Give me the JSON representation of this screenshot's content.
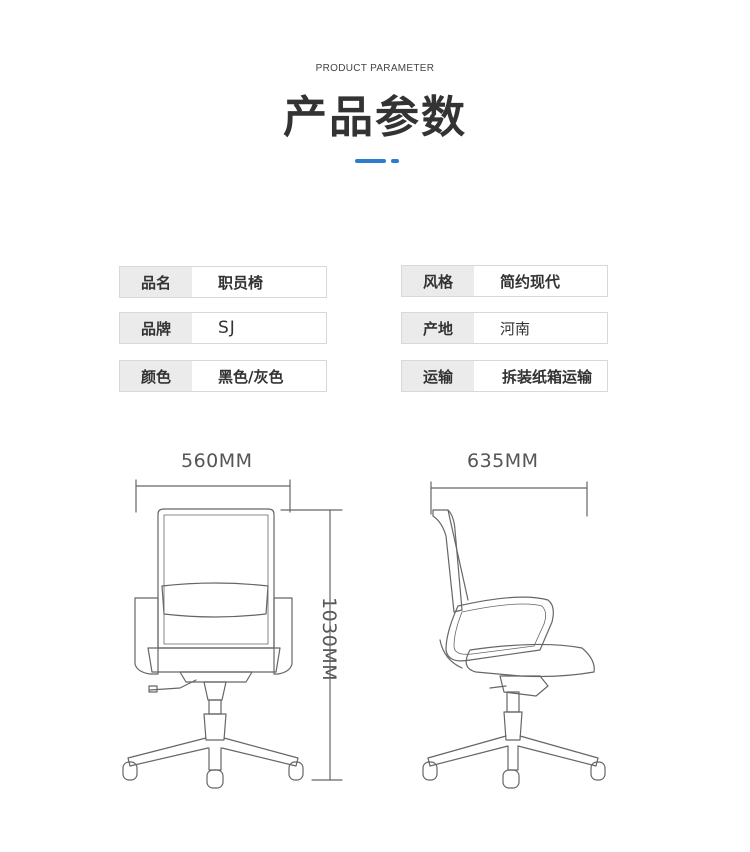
{
  "header": {
    "subtitle": "PRODUCT PARAMETER",
    "title": "产品参数",
    "accent_color": "#2d7ccd"
  },
  "params": [
    {
      "label": "品名",
      "value": "职员椅"
    },
    {
      "label": "风格",
      "value": "简约现代"
    },
    {
      "label": "品牌",
      "value": "SJ"
    },
    {
      "label": "产地",
      "value": "河南"
    },
    {
      "label": "颜色",
      "value": "黑色/灰色"
    },
    {
      "label": "运输",
      "value": "拆装纸箱运输"
    }
  ],
  "dimensions": {
    "width": "560MM",
    "depth": "635MM",
    "height": "1030MM"
  }
}
